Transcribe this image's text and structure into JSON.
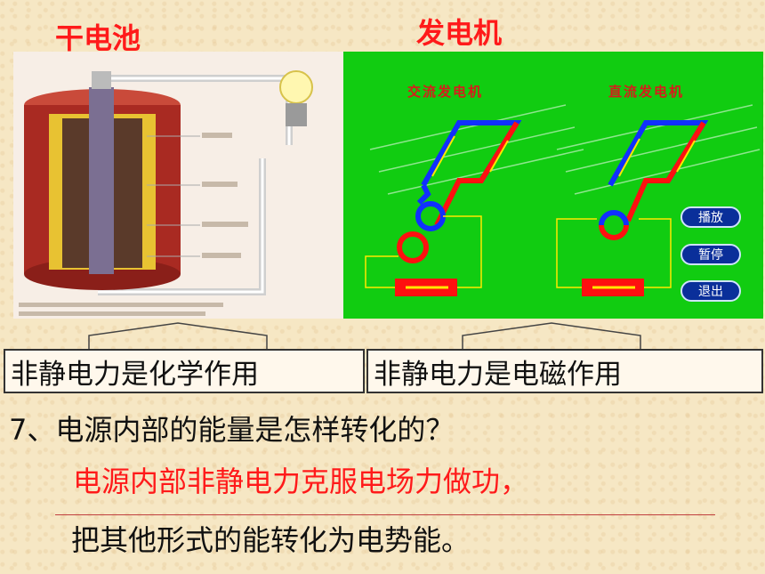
{
  "headings": {
    "battery": "干电池",
    "generator": "发电机"
  },
  "generator": {
    "ac_label": "交流发电机",
    "dc_label": "直流发电机",
    "buttons": [
      "播放",
      "暂停",
      "退出"
    ]
  },
  "boxes": {
    "left": "非静电力是化学作用",
    "right": "非静电力是电磁作用"
  },
  "question": "7、电源内部的能量是怎样转化的？",
  "answer": {
    "line1": "电源内部非静电力克服电场力做功，",
    "line2": "把其他形式的能转化为电势能。"
  }
}
